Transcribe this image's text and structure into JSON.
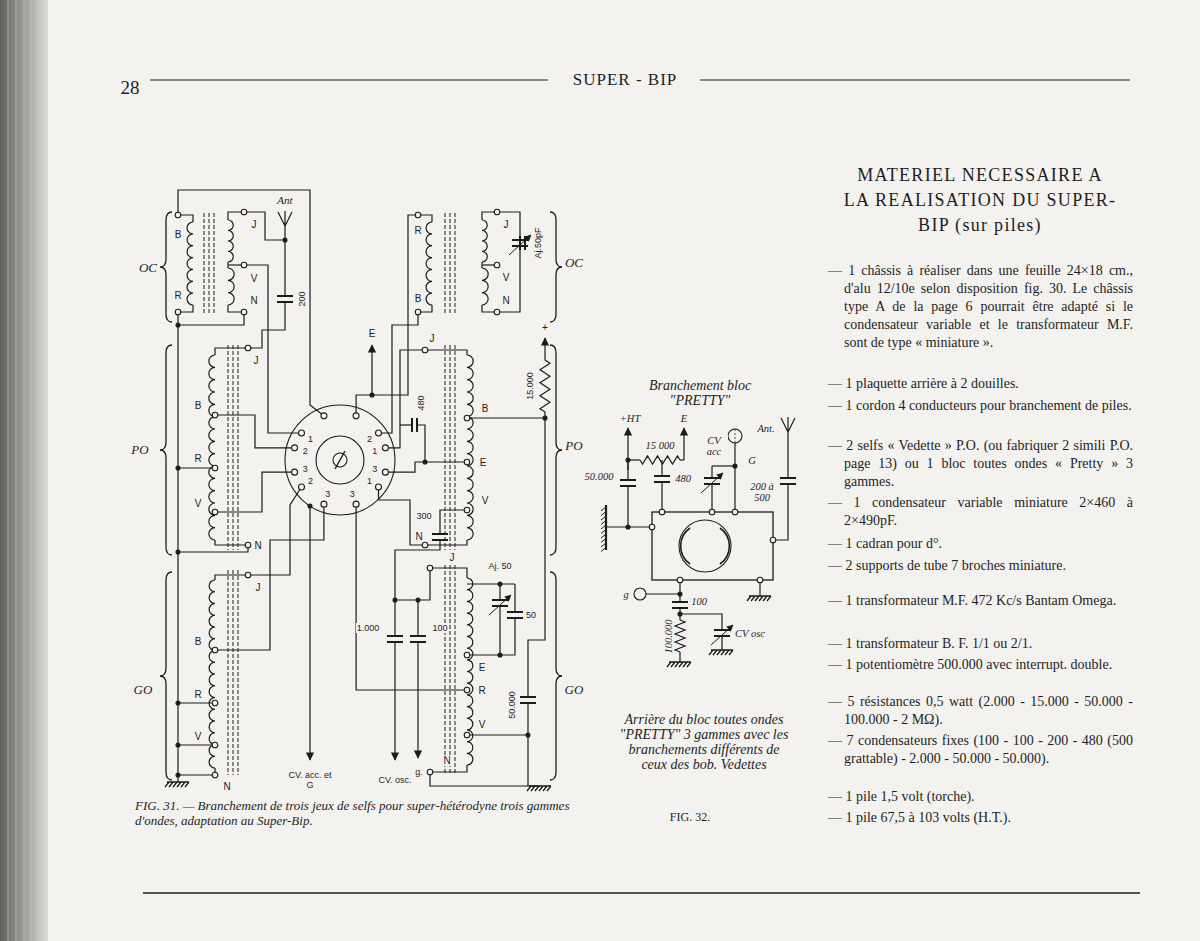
{
  "diagram": {
    "title": "SUPER - BIP",
    "caption": "FIG. 31. — Branchement de trois jeux de selfs pour super-hétérodyne trois gammes d'ondes, adaptation au Super-Bip.",
    "labels": [
      "28",
      "MATERIEL NECESSAIRE A LA REALISATION DU SUPER-BIP (sur piles)",
      "— 1 châssis à réaliser dans une feuille 24×18 cm., d'alu 12/10e selon disposition fig. 30. Le châssis type A de la page 6 pourrait être adapté si le condensateur variable et le transformateur M.F. sont de type « miniature ».",
      "— 1 plaquette arrière à 2 douilles.",
      "— 1 cordon 4 conducteurs pour branchement de piles.",
      "— 2 selfs « Vedette » P.O. (ou fabriquer 2 simili P.O. page 13) ou 1 bloc toutes ondes « Pretty » 3 gammes.",
      "— 1 condensateur variable miniature 2×460 à 2×490pF.",
      "— 1 cadran pour d°.",
      "— 2 supports de tube 7 broches miniature.",
      "— 1 transformateur M.F. 472 Kc/s Bantam Omega.",
      "— 1 transformateur B. F. 1/1 ou 2/1.",
      "— 1 potentiomètre 500.000 avec interrupt. double.",
      "— 5 résistances 0,5 watt (2.000 - 15.000 - 50.000 - 100.000 - 2 MΩ).",
      "— 7 condensateurs fixes (100 - 100 - 200 - 480 (500 grattable) - 2.000 - 50.000 - 50.000).",
      "— 1 pile 1,5 volt (torche).",
      "— 1 pile 67,5 à 103 volts (H.T.).",
      "OC",
      "PO",
      "GO",
      "OC",
      "PO",
      "GO",
      "B",
      "R",
      "J",
      "V",
      "N",
      "Ant",
      "200",
      "J",
      "B",
      "R",
      "V",
      "N",
      "J",
      "B",
      "R",
      "V",
      "N",
      "1",
      "2",
      "3",
      "2",
      "2",
      "1",
      "3",
      "1",
      "3",
      "3",
      "R",
      "B",
      "J",
      "V",
      "N",
      "Aj.50pF",
      "J",
      "B",
      "E",
      "V",
      "N",
      "E",
      "+",
      "15.000",
      "480",
      "300",
      "J",
      "E",
      "R",
      "V",
      "N",
      "Aj. 50",
      "50",
      "50.000",
      "1.000",
      "100",
      "CV. acc. et G",
      "CV. osc.",
      "g.",
      "Branchement bloc \"PRETTY\"",
      "+HT",
      "E",
      "15 000",
      "480",
      "50.000",
      "CV acc",
      "G",
      "Ant.",
      "200 à 500",
      "g",
      "100",
      "100.000",
      "CV osc",
      "Arrière du bloc toutes ondes \"PRETTY\" 3 gammes avec les branchements différents de ceux des bob. Vedettes",
      "FIG. 32."
    ]
  }
}
